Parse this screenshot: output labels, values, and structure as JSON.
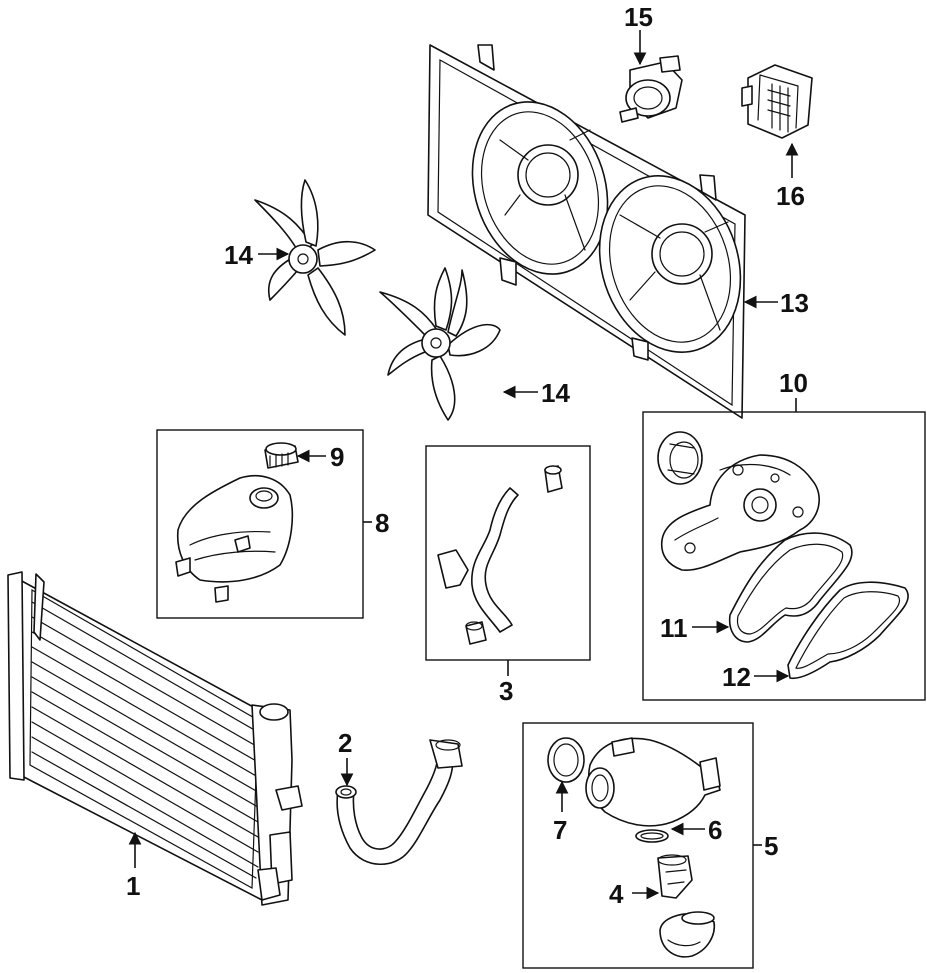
{
  "callouts": {
    "c1": "1",
    "c2": "2",
    "c3": "3",
    "c4": "4",
    "c5": "5",
    "c6": "6",
    "c7": "7",
    "c8": "8",
    "c9": "9",
    "c10": "10",
    "c11": "11",
    "c12": "12",
    "c13": "13",
    "c14a": "14",
    "c14b": "14",
    "c15": "15",
    "c16": "16"
  },
  "colors": {
    "line": "#111111",
    "background": "#ffffff",
    "shade": "#d9d9d9"
  }
}
